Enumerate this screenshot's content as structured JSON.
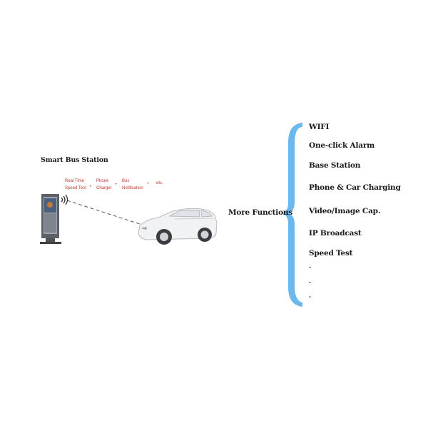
{
  "station": {
    "title": "Smart Bus Station",
    "features": [
      {
        "line1": "Real Time",
        "line2": "Speed Test"
      },
      {
        "line1": "Phone",
        "line2": "Charger"
      },
      {
        "line1": "Bus",
        "line2": "Notification"
      },
      {
        "line1": "etc.",
        "line2": ""
      }
    ],
    "plus": "+",
    "accent_color": "#c9322a"
  },
  "more_functions": {
    "label": "More Functions",
    "brace_color": "#6bb8ee",
    "items": [
      {
        "label": "WIFI"
      },
      {
        "label": "One-click Alarm"
      },
      {
        "label": "Base Station"
      },
      {
        "label": "Phone & Car  Charging"
      },
      {
        "label": "Video/Image Cap."
      },
      {
        "label": "IP Broadcast"
      },
      {
        "label": "Speed Test"
      }
    ],
    "ellipsis": [
      "·",
      "·",
      "·"
    ]
  },
  "icons": [
    "kiosk-icon",
    "wireless-signal-icon",
    "car-icon"
  ]
}
